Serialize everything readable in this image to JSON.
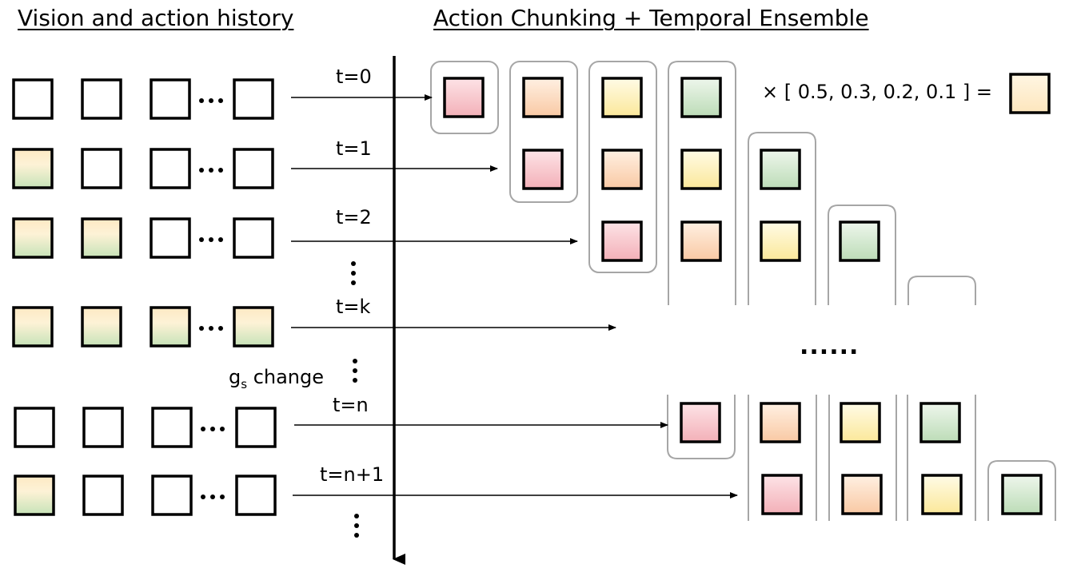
{
  "headings": {
    "history": "Vision and action history",
    "ensemble": "Action Chunking + Temporal Ensemble"
  },
  "time_labels": [
    "t=0",
    "t=1",
    "t=2",
    "t=k",
    "t=n",
    "t=n+1"
  ],
  "gs_change": {
    "base": "g",
    "subscript": "s",
    "suffix": " change"
  },
  "formula": {
    "prefix": "× [ ",
    "weights": [
      "0.5",
      "0.3",
      "0.2",
      "0.1"
    ],
    "suffix": " ] ="
  },
  "ellipsis_horizontal": "......",
  "colors": {
    "action_red": "#f3b8bf",
    "action_orange": "#fbd3b3",
    "action_yellow": "#fdf0b6",
    "action_green": "#cfe6cc",
    "history_filled_top": "#fde9c4",
    "history_filled_bottom": "#c7e3b8",
    "result_fill": "#fff0cf",
    "group_outline": "#a6a6a6"
  },
  "history_rows": [
    {
      "filled": [
        false,
        false,
        false,
        false
      ]
    },
    {
      "filled": [
        true,
        false,
        false,
        false
      ]
    },
    {
      "filled": [
        true,
        true,
        false,
        false
      ]
    },
    {
      "filled": [
        true,
        true,
        true,
        true
      ]
    },
    {
      "filled": [
        false,
        false,
        false,
        false
      ]
    },
    {
      "filled": [
        true,
        false,
        false,
        false
      ]
    }
  ],
  "action_colors_order": [
    "red",
    "orange",
    "yellow",
    "green"
  ]
}
